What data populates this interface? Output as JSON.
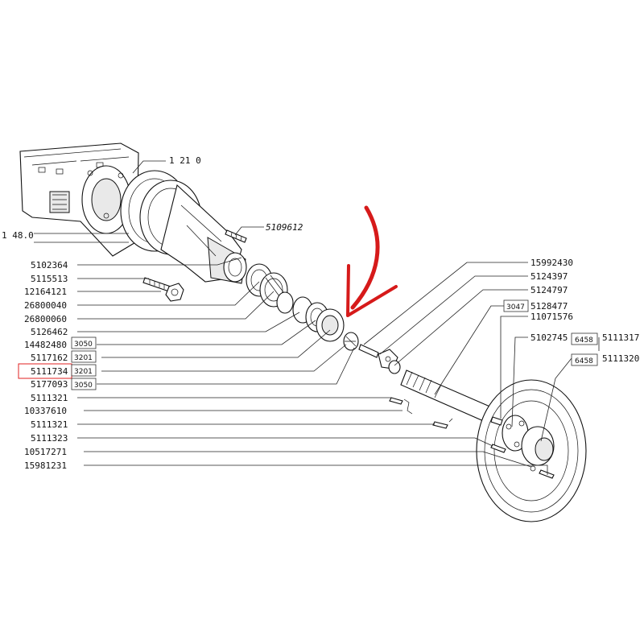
{
  "labels": {
    "l_1210": "1 21 0",
    "l_1480": "1 48.0",
    "l_5109612": "5109612",
    "l_5102364": "5102364",
    "l_5115513": "5115513",
    "l_12164121": "12164121",
    "l_26800040": "26800040",
    "l_26800060": "26800060",
    "l_5126462": "5126462",
    "l_14482480": "14482480",
    "l_5117162": "5117162",
    "l_5111734": "5111734",
    "l_5177093": "5177093",
    "l_5111321a": "5111321",
    "l_10337610": "10337610",
    "l_5111321b": "5111321",
    "l_5111323": "5111323",
    "l_10517271": "10517271",
    "l_15981231": "15981231",
    "l_15992430": "15992430",
    "l_5124397": "5124397",
    "l_5124797": "5124797",
    "l_5128477": "5128477",
    "l_11071576": "11071576",
    "l_5102745": "5102745",
    "l_5111317": "5111317",
    "l_5111320": "5111320"
  },
  "boxes": {
    "b_3050a": "3050",
    "b_3201a": "3201",
    "b_3201b": "3201",
    "b_3050b": "3050",
    "b_3047": "3047",
    "b_6458a": "6458",
    "b_6458b": "6458"
  },
  "colors": {
    "highlight": "#e02020",
    "arrow": "#d61a1a",
    "line": "#222222"
  },
  "icons": {
    "pointer": "red-curved-arrow-icon"
  }
}
